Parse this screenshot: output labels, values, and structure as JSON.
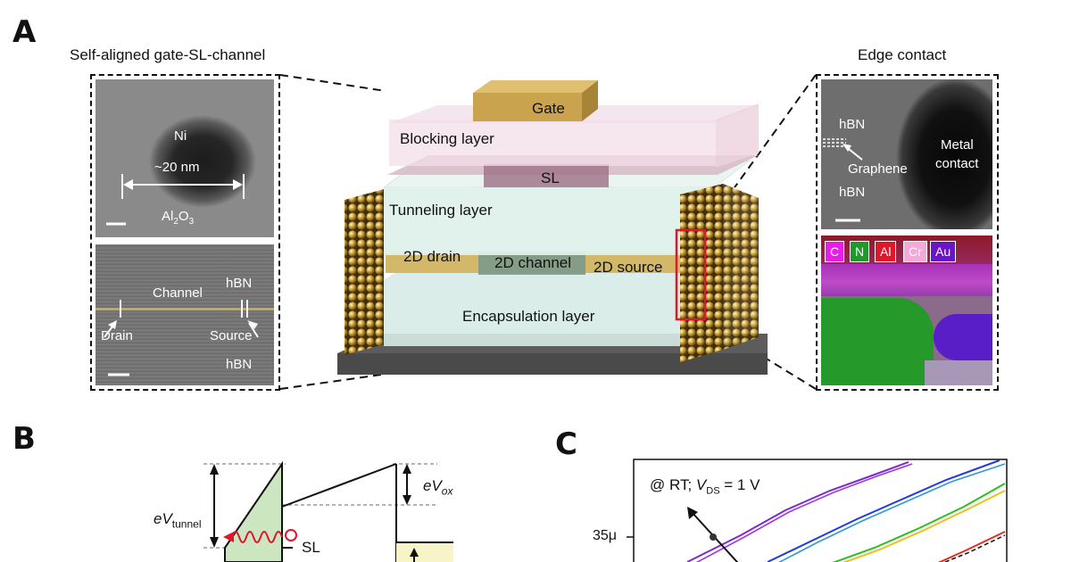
{
  "panels": {
    "a": {
      "letter": "A",
      "left_caption": "Self-aligned gate-SL-channel",
      "right_caption": "Edge contact",
      "tem_top": {
        "metal": "Ni",
        "dimension": "~20 nm",
        "oxide": "Al",
        "oxide_sub": "2",
        "oxide_tail": "O",
        "oxide_sub2": "3"
      },
      "tem_bottom": {
        "channel": "Channel",
        "hbn_top": "hBN",
        "drain": "Drain",
        "source": "Source",
        "hbn_bottom": "hBN"
      },
      "edge_tem": {
        "hbn_top": "hBN",
        "graphene": "Graphene",
        "metal": "Metal",
        "contact": "contact",
        "hbn_bottom": "hBN"
      },
      "eds_elements": [
        {
          "label": "C",
          "color": "#e81ee6"
        },
        {
          "label": "N",
          "color": "#1f9a2a"
        },
        {
          "label": "Al",
          "color": "#e0162b"
        },
        {
          "label": "Cr",
          "color": "#f6a8d8"
        },
        {
          "label": "Au",
          "color": "#6a14c8"
        }
      ],
      "device": {
        "gate": "Gate",
        "blocking": "Blocking layer",
        "sl": "SL",
        "tunneling": "Tunneling layer",
        "drain": "2D drain",
        "channel": "2D channel",
        "source": "2D source",
        "encapsulation": "Encapsulation layer"
      }
    },
    "b": {
      "letter": "B",
      "e_tunnel": "eV",
      "e_tunnel_sub": "tunnel",
      "e_ox": "eV",
      "e_ox_sub": "ox",
      "sl": "SL",
      "electron": "−"
    },
    "c": {
      "letter": "C",
      "condition_prefix": "@ RT; ",
      "condition_var": "V",
      "condition_sub": "DS",
      "condition_suffix": " = 1 V",
      "ytick": "35μ"
    }
  },
  "colors": {
    "gold": "#c9a24a",
    "tem_gray": "#7d7d7d",
    "band_green": "#cde6c2",
    "arrow_red": "#e0162b"
  }
}
